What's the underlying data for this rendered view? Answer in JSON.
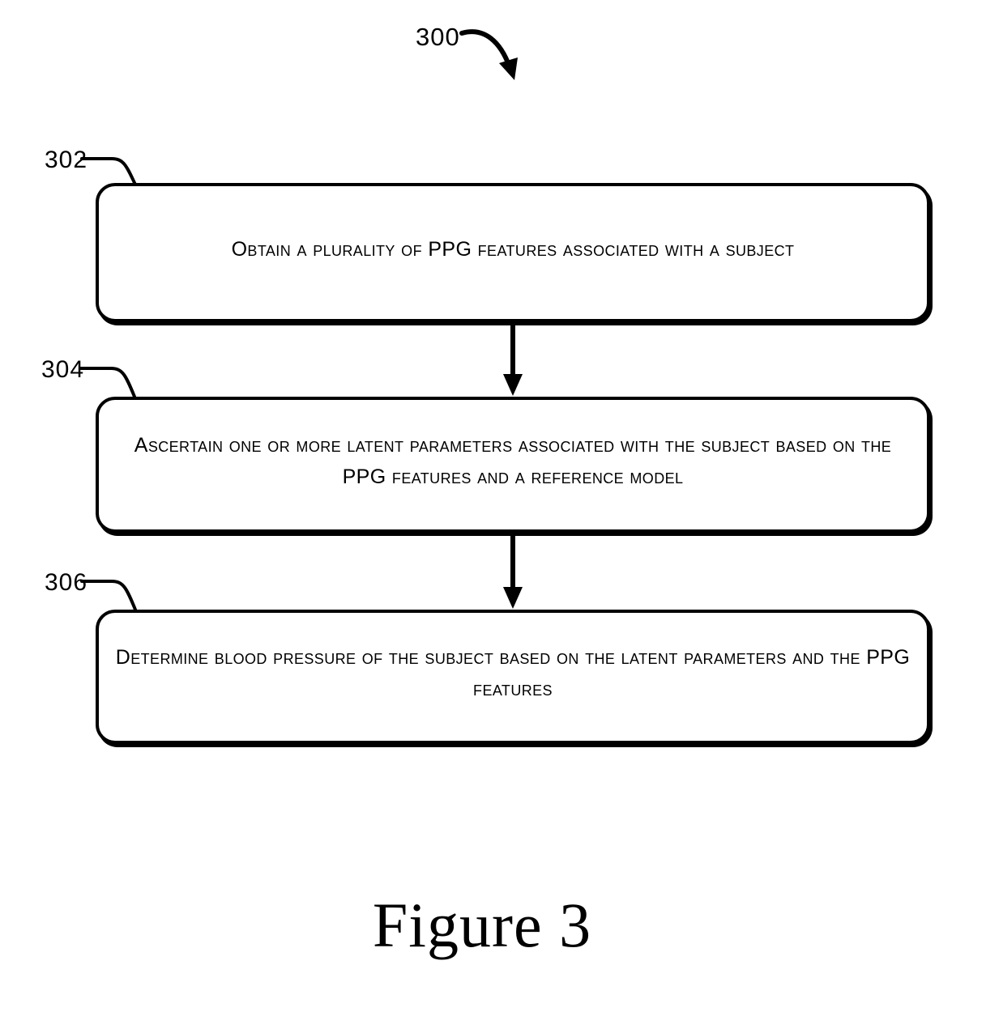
{
  "figure": {
    "reference_number": "300",
    "caption": "Figure 3"
  },
  "steps": [
    {
      "ref": "302",
      "text": "Obtain a plurality of PPG features associated with a subject"
    },
    {
      "ref": "304",
      "text": "Ascertain one or more latent parameters associated with the subject based on the PPG features and a reference model"
    },
    {
      "ref": "306",
      "text": "Determine blood pressure of the subject based on the latent parameters and the PPG features"
    }
  ],
  "colors": {
    "line": "#000000",
    "background": "#ffffff"
  }
}
